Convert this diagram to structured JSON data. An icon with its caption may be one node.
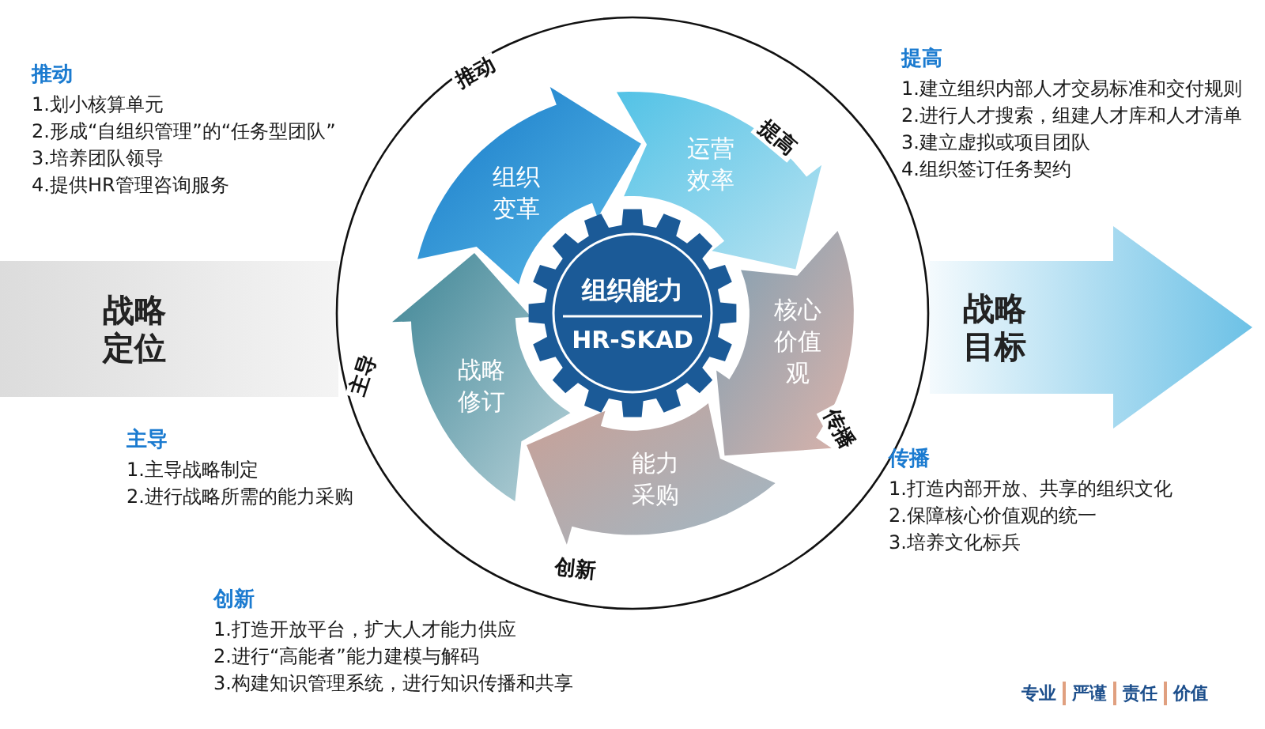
{
  "diagram": {
    "nodes": [
      {
        "text": [
          "战略定位"
        ]
      },
      {
        "text": [],
        "shape": "circle"
      },
      {
        "text": [
          "组织变革"
        ],
        "in": 1
      },
      {
        "text": [
          "运营效率"
        ],
        "in": 1
      },
      {
        "text": [
          "核心价值观"
        ],
        "in": 1
      },
      {
        "text": [
          "能力采购"
        ],
        "in": 1
      },
      {
        "text": [
          "战略修订"
        ],
        "in": 1
      },
      {
        "text": [
          "组织能力",
          "HR-SKAD"
        ],
        "in": 1
      },
      {
        "text": [
          "战略目标"
        ]
      }
    ],
    "labels": [
      "推动",
      "1.划小核算单元",
      "2.形成“自组织管理”的“任务型团队”",
      "3.培养团队领导",
      "4.提供HR管理咨询服务",
      "提高",
      "1.建立组织内部人才交易标准和交付规则",
      "2.进行人才搜索，组建人才库和人才清单",
      "3.建立虚拟或项目团队",
      "4.组织签订任务契约",
      "推动",
      "提高",
      "主导",
      "传播",
      "主导",
      "1.主导战略制定",
      "2.进行战略所需的能力采购",
      "传播",
      "1.打造内部开放、共享的组织文化",
      "2.保障核心价值观的统一",
      "3.培养文化标兵",
      "创新",
      "创新",
      "1.打造开放平台，扩大人才能力供应",
      "2.进行“高能者”能力建模与解码",
      "3.构建知识管理系统，进行知识传播和共享",
      "专业",
      "严谨",
      "责任",
      "价值"
    ]
  }
}
